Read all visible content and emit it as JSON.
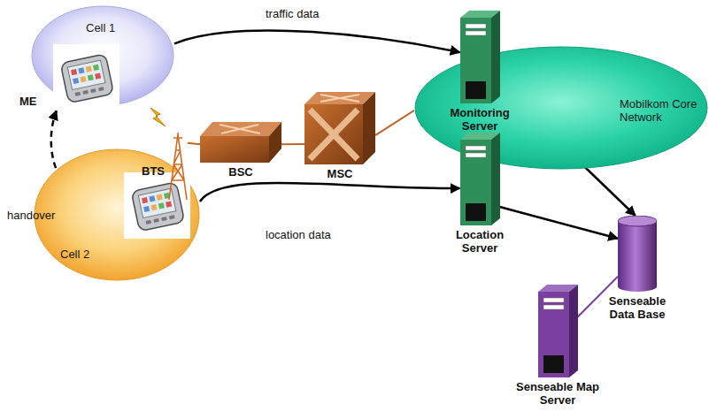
{
  "diagram": {
    "nodes": [
      {
        "text": [
          "Cell 1"
        ]
      },
      {
        "text": [
          "ME"
        ],
        "in": 0
      },
      {
        "text": [
          "Cell 2"
        ]
      },
      {
        "text": [
          "BTS"
        ]
      },
      {
        "text": [
          "BSC"
        ]
      },
      {
        "text": [
          "MSC"
        ]
      },
      {
        "text": [
          "Mobilkom Core Network"
        ]
      },
      {
        "text": [
          "Monitoring Server"
        ]
      },
      {
        "text": [
          "Location Server"
        ]
      },
      {
        "text": [
          "Senseable Data Base"
        ]
      },
      {
        "text": [
          "Senseable Map Server"
        ]
      }
    ],
    "edges": [
      {
        "from": 0,
        "to": 7,
        "label": "traffic data",
        "arrow": "to"
      },
      {
        "from": 2,
        "to": 8,
        "label": "location data",
        "arrow": "to"
      },
      {
        "from": 2,
        "to": 1,
        "label": "handover",
        "arrow": "to"
      },
      {
        "from": 3,
        "to": 4,
        "arrow": "none"
      },
      {
        "from": 4,
        "to": 5,
        "arrow": "none"
      },
      {
        "from": 5,
        "to": 6,
        "arrow": "none"
      },
      {
        "from": 7,
        "to": 9,
        "arrow": "to"
      },
      {
        "from": 8,
        "to": 9,
        "arrow": "to"
      },
      {
        "from": 10,
        "to": 9,
        "arrow": "none"
      }
    ]
  }
}
